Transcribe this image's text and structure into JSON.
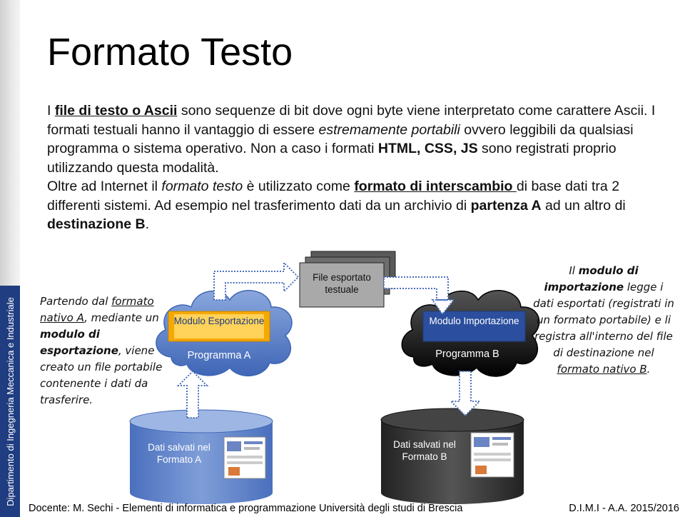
{
  "sidebar": {
    "text": "Dipartimento di Ingegneria Meccanica e Industriale"
  },
  "title": "Formato Testo",
  "body": {
    "p1": {
      "t1": "I ",
      "link1": "file di testo o Ascii",
      "t2": " sono sequenze di bit dove ogni byte viene interpretato come carattere Ascii. I formati testuali hanno il vantaggio di essere ",
      "em1": "estremamente portabili",
      "t3": " ovvero leggibili da qualsiasi programma o sistema operativo. Non a caso i formati ",
      "strong1": "HTML, CSS, JS",
      "t4": " sono registrati proprio utilizzando questa modalità."
    },
    "p2": {
      "t1": "Oltre ad Internet il ",
      "em1": "formato testo",
      "t2": " è utilizzato come ",
      "link1": "formato di interscambio ",
      "t3": "di base dati tra 2 differenti sistemi. Ad esempio nel trasferimento dati da un archivio di ",
      "strong1": "partenza A",
      "t4": " ad un altro di ",
      "strong2": "destinazione B",
      "t5": "."
    }
  },
  "diagram": {
    "left_caption": {
      "t1": "Partendo dal ",
      "u1": "formato nativo A",
      "t2": ", mediante un ",
      "b1": "modulo di esportazione",
      "t3": ", viene creato un file portabile contenente i dati da trasferire."
    },
    "right_caption": {
      "t1": "Il ",
      "b1": "modulo di importazione",
      "t2": " legge i dati esportati (registrati in un formato portabile) e li registra all'interno del file di destinazione nel ",
      "u1": "formato nativo B",
      "t3": "."
    },
    "export_module": "Modulo Esportazione",
    "program_a": "Programma A",
    "file_label": "File esportato testuale",
    "import_module": "Modulo Importazione",
    "program_b": "Programma B",
    "db_a": "Dati salvati nel Formato A",
    "db_b": "Dati salvati nel Formato B",
    "colors": {
      "cloud_a": "#5b7fc6",
      "cloud_b": "#111111",
      "module_fill": "#f5a800",
      "module_text": "#1f3d80",
      "db_a": "#5f82c8",
      "db_b": "#111111",
      "file_fill": "#8c8c8c"
    }
  },
  "footer": {
    "left": "Docente: M. Sechi  - Elementi di informatica e programmazione  Università degli studi di Brescia",
    "right": "D.I.M.I - A.A. 2015/2016"
  }
}
